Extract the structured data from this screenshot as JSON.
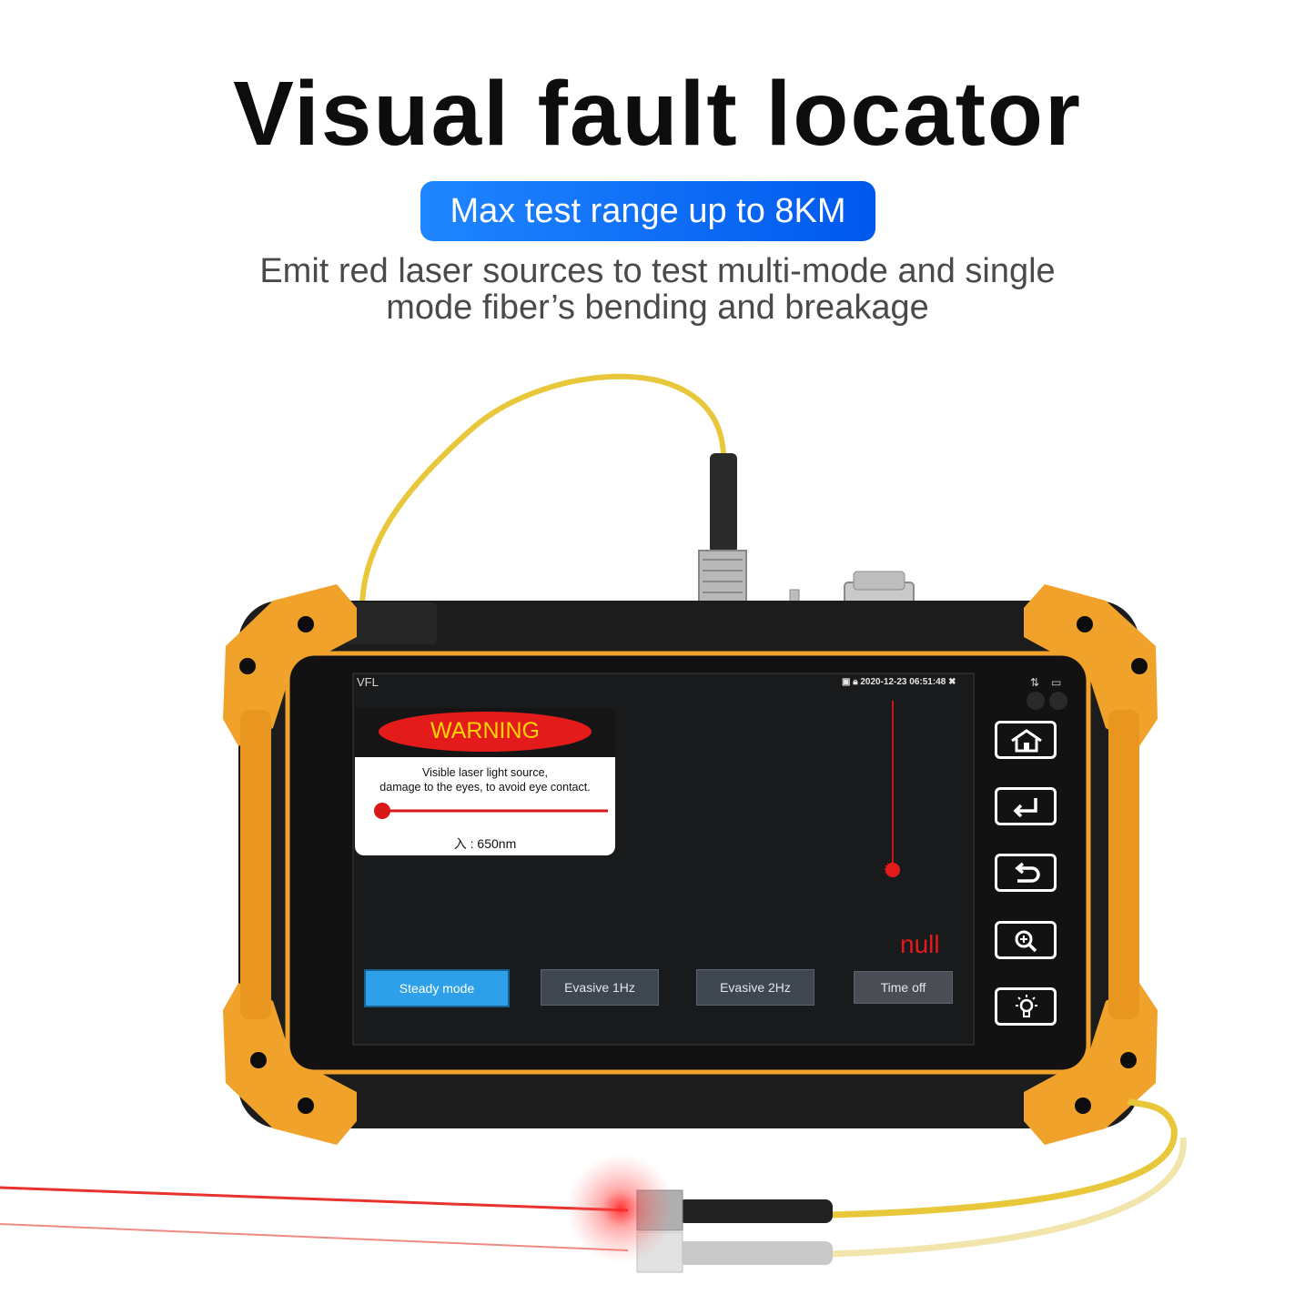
{
  "headline": "Visual fault locator",
  "badge": "Max test range up to 8KM",
  "description": {
    "line1": "Emit red laser sources to test multi-mode and single",
    "line2": "mode fiber’s bending and breakage"
  },
  "screen": {
    "title": "VFL",
    "datetime": "2020-12-23 06:51:48",
    "warning": {
      "heading": "WARNING",
      "line1": "Visible laser light source,",
      "line2": "damage to the eyes, to avoid eye contact.",
      "wavelength": "入 : 650nm"
    },
    "status": "null",
    "buttons": [
      "Steady mode",
      "Evasive 1Hz",
      "Evasive 2Hz",
      "Time off"
    ],
    "selected_button": "Steady mode"
  },
  "side_buttons": [
    "home-icon",
    "enter-icon",
    "back-icon",
    "zoom-icon",
    "light-icon"
  ],
  "colors": {
    "accent_blue": "#1f86ff",
    "laser_red": "#e41b1b",
    "device_orange": "#f0a22a",
    "selected_button": "#2ea0ea"
  }
}
